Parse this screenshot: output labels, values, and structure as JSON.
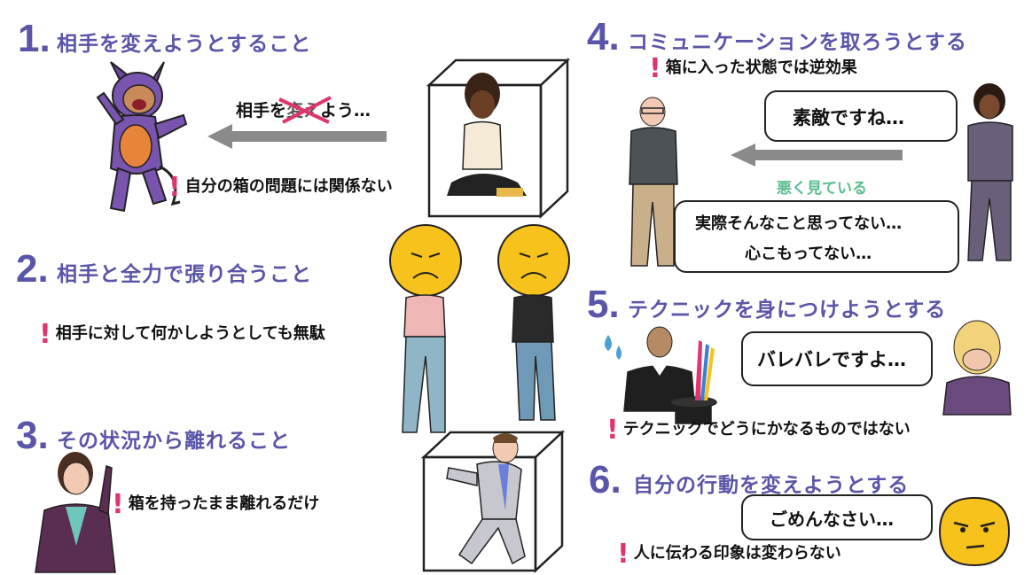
{
  "sections": [
    {
      "number": "1",
      "heading": "相手を変えようとすること",
      "note": "自分の箱の問題には関係ない",
      "speech_prefix": "相手を",
      "speech_struck": "変え",
      "speech_suffix": "よう…"
    },
    {
      "number": "2",
      "heading": "相手と全力で張り合うこと",
      "note": "相手に対して何かしようとしても無駄"
    },
    {
      "number": "3",
      "heading": "その状況から離れること",
      "note": "箱を持ったまま離れるだけ"
    },
    {
      "number": "4",
      "heading": "コミュニケーションを取ろうとする",
      "note": "箱に入った状態では逆効果",
      "bubble_top": "素敵ですね…",
      "label_green": "悪く見ている",
      "bubble_line1": "実際そんなこと思ってない…",
      "bubble_line2": "心こもってない…"
    },
    {
      "number": "5",
      "heading": "テクニックを身につけようとする",
      "bubble": "バレバレですよ…",
      "note": "テクニックでどうにかなるものではない"
    },
    {
      "number": "6",
      "heading": "自分の行動を変えようとする",
      "bubble": "ごめんなさい…",
      "note": "人に伝わる印象は変わらない"
    }
  ],
  "colors": {
    "heading": "#5a55a8",
    "exclamation": "#e0356b",
    "green_label": "#5bbf90",
    "arrow": "#8a8a8a",
    "face": "#f7c21b"
  },
  "icons": [
    "devil-character-icon",
    "woman-in-box-icon",
    "angry-face-icon",
    "man-in-box-icon",
    "woman-thinking-icon",
    "man-standing-icon",
    "woman-worried-icon",
    "magician-icon",
    "woman-covering-face-icon",
    "annoyed-face-icon",
    "sweat-drops-icon"
  ]
}
